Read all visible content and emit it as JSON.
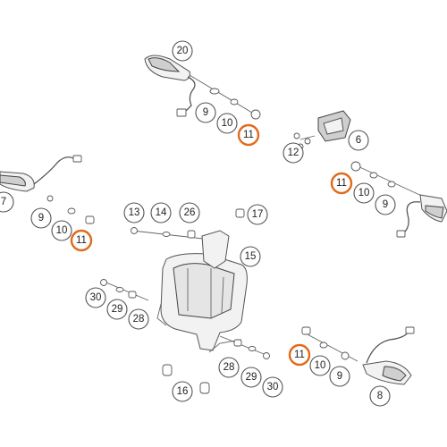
{
  "callouts": [
    {
      "label": "20"
    },
    {
      "label": "9"
    },
    {
      "label": "10"
    },
    {
      "label": "11"
    },
    {
      "label": "6"
    },
    {
      "label": "12"
    },
    {
      "label": "11"
    },
    {
      "label": "10"
    },
    {
      "label": "9"
    },
    {
      "label": "7"
    },
    {
      "label": "9"
    },
    {
      "label": "10"
    },
    {
      "label": "11"
    },
    {
      "label": "13"
    },
    {
      "label": "14"
    },
    {
      "label": "26"
    },
    {
      "label": "17"
    },
    {
      "label": "15"
    },
    {
      "label": "30"
    },
    {
      "label": "29"
    },
    {
      "label": "28"
    },
    {
      "label": "11"
    },
    {
      "label": "10"
    },
    {
      "label": "9"
    },
    {
      "label": "8"
    },
    {
      "label": "28"
    },
    {
      "label": "29"
    },
    {
      "label": "30"
    },
    {
      "label": "16"
    }
  ],
  "highlight_color": "#e06a1b"
}
